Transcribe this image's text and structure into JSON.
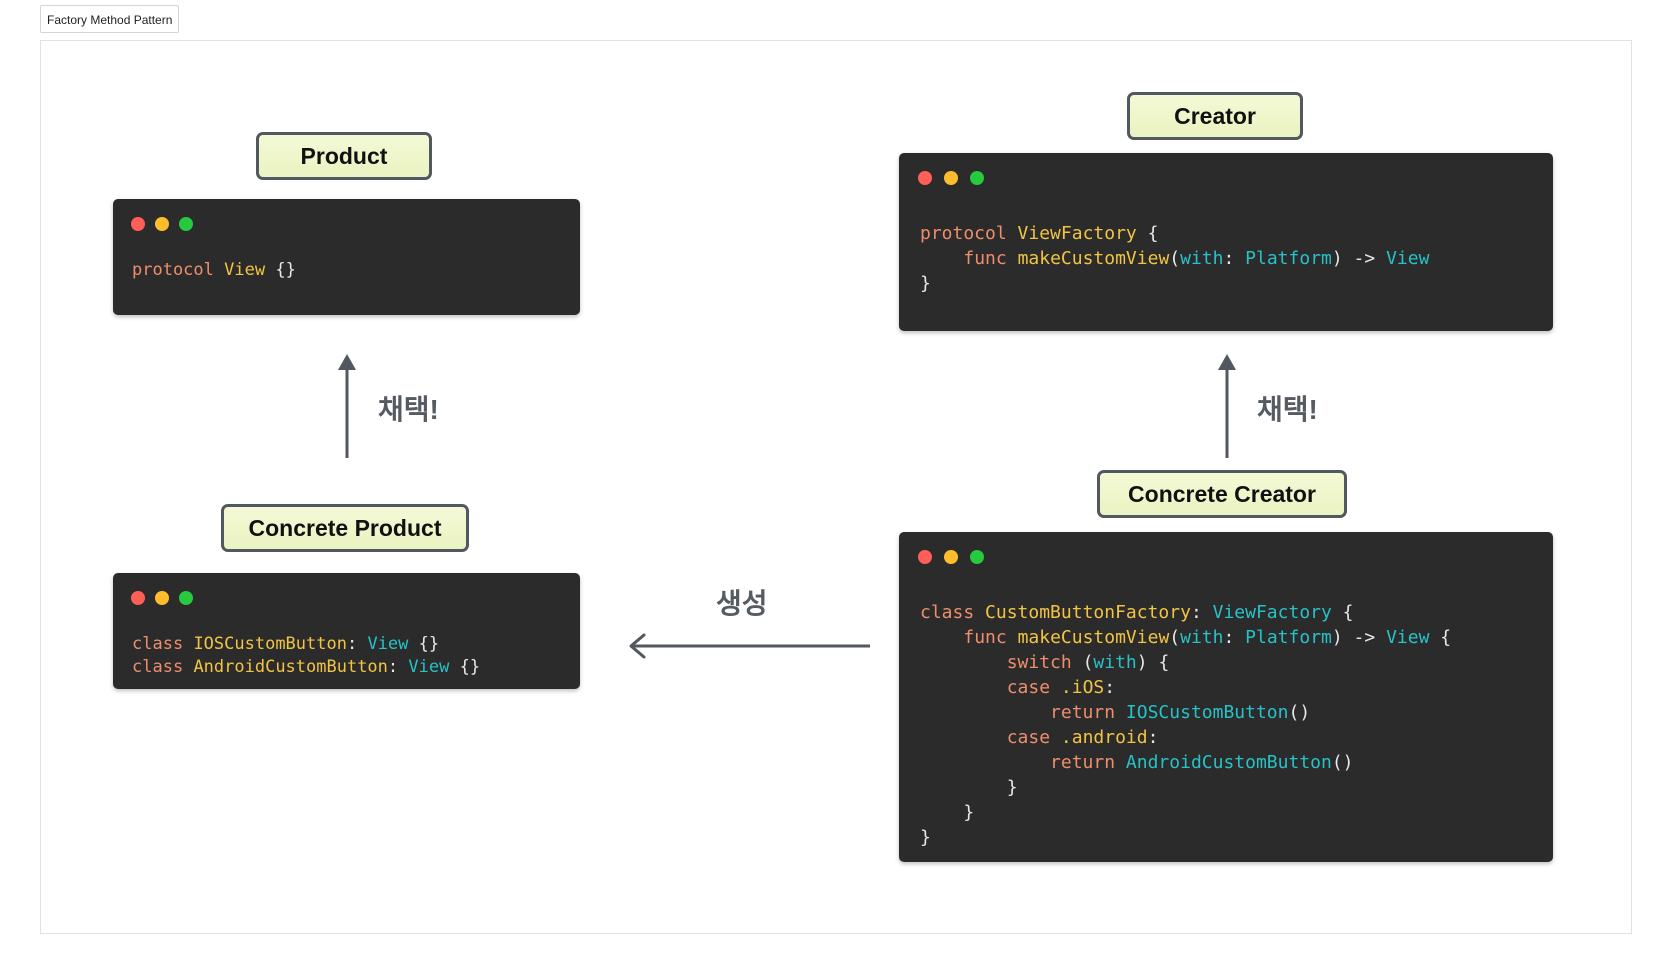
{
  "frame": {
    "tab_label": "Factory Method Pattern"
  },
  "labels": {
    "product": "Product",
    "concrete_product": "Concrete Product",
    "creator": "Creator",
    "concrete_creator": "Concrete Creator"
  },
  "relations": {
    "adopt_left": "채택!",
    "adopt_right": "채택!",
    "create": "생성"
  },
  "code": {
    "product": [
      [
        [
          "kw",
          "protocol"
        ],
        [
          "pl",
          " "
        ],
        [
          "ty",
          "View"
        ],
        [
          "pl",
          " {}"
        ]
      ]
    ],
    "concrete_product": [
      [
        [
          "kw",
          "class"
        ],
        [
          "pl",
          " "
        ],
        [
          "ty",
          "IOSCustomButton"
        ],
        [
          "pl",
          ": "
        ],
        [
          "cy",
          "View"
        ],
        [
          "pl",
          " {}"
        ]
      ],
      [
        [
          "kw",
          "class"
        ],
        [
          "pl",
          " "
        ],
        [
          "ty",
          "AndroidCustomButton"
        ],
        [
          "pl",
          ": "
        ],
        [
          "cy",
          "View"
        ],
        [
          "pl",
          " {}"
        ]
      ]
    ],
    "creator": [
      [
        [
          "kw",
          "protocol"
        ],
        [
          "pl",
          " "
        ],
        [
          "ty",
          "ViewFactory"
        ],
        [
          "pl",
          " {"
        ]
      ],
      [
        [
          "pl",
          "    "
        ],
        [
          "kw",
          "func"
        ],
        [
          "pl",
          " "
        ],
        [
          "ty",
          "makeCustomView"
        ],
        [
          "pl",
          "("
        ],
        [
          "cy",
          "with"
        ],
        [
          "pl",
          ": "
        ],
        [
          "cy",
          "Platform"
        ],
        [
          "pl",
          ") -> "
        ],
        [
          "cy",
          "View"
        ]
      ],
      [
        [
          "pl",
          "}"
        ]
      ]
    ],
    "concrete_creator": [
      [
        [
          "kw",
          "class"
        ],
        [
          "pl",
          " "
        ],
        [
          "ty",
          "CustomButtonFactory"
        ],
        [
          "pl",
          ": "
        ],
        [
          "cy",
          "ViewFactory"
        ],
        [
          "pl",
          " {"
        ]
      ],
      [
        [
          "pl",
          "    "
        ],
        [
          "kw",
          "func"
        ],
        [
          "pl",
          " "
        ],
        [
          "ty",
          "makeCustomView"
        ],
        [
          "pl",
          "("
        ],
        [
          "cy",
          "with"
        ],
        [
          "pl",
          ": "
        ],
        [
          "cy",
          "Platform"
        ],
        [
          "pl",
          ") -> "
        ],
        [
          "cy",
          "View"
        ],
        [
          "pl",
          " {"
        ]
      ],
      [
        [
          "pl",
          "        "
        ],
        [
          "kw",
          "switch"
        ],
        [
          "pl",
          " ("
        ],
        [
          "cy",
          "with"
        ],
        [
          "pl",
          ") {"
        ]
      ],
      [
        [
          "pl",
          "        "
        ],
        [
          "kw",
          "case"
        ],
        [
          "pl",
          " "
        ],
        [
          "ty",
          ".iOS"
        ],
        [
          "pl",
          ":"
        ]
      ],
      [
        [
          "pl",
          "            "
        ],
        [
          "kw",
          "return"
        ],
        [
          "pl",
          " "
        ],
        [
          "cy",
          "IOSCustomButton"
        ],
        [
          "pl",
          "()"
        ]
      ],
      [
        [
          "pl",
          "        "
        ],
        [
          "kw",
          "case"
        ],
        [
          "pl",
          " "
        ],
        [
          "ty",
          ".android"
        ],
        [
          "pl",
          ":"
        ]
      ],
      [
        [
          "pl",
          "            "
        ],
        [
          "kw",
          "return"
        ],
        [
          "pl",
          " "
        ],
        [
          "cy",
          "AndroidCustomButton"
        ],
        [
          "pl",
          "()"
        ]
      ],
      [
        [
          "pl",
          "        }"
        ]
      ],
      [
        [
          "pl",
          "    }"
        ]
      ],
      [
        [
          "pl",
          "}"
        ]
      ]
    ]
  },
  "colors": {
    "keyword": "#ee8e6c",
    "type": "#f2c443",
    "reference": "#27c2c8",
    "code_background": "#2b2b2b",
    "label_fill": "#eef6cc",
    "arrow": "#52585f"
  }
}
